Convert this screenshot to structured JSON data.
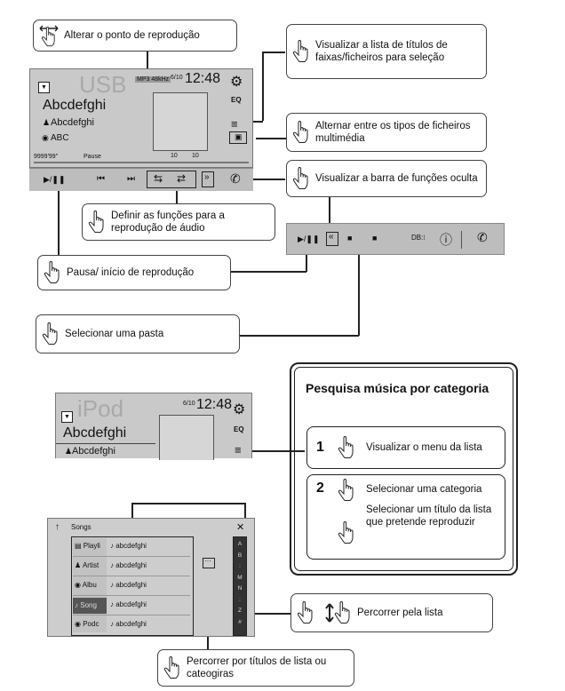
{
  "callouts": {
    "change_point": "Alterar o ponto de reprodução",
    "title_list": "Visualizar a lista de títulos de faixas/ficheiros para seleção",
    "media_types": "Alternar entre os tipos de ficheiros multimédia",
    "hidden_bar": "Visualizar a barra de funções oculta",
    "audio_functions": "Definir as funções para a reprodução de áudio",
    "pause_play": "Pausa/ início de reprodução",
    "select_folder": "Selecionar uma pasta",
    "scroll_list": "Percorrer pela lista",
    "browse_titles": "Percorrer por títulos de lista ou cateogiras"
  },
  "usb_screen": {
    "source": "USB",
    "title": "Abcdefghi",
    "artist": "Abcdefghi",
    "album": "ABC",
    "clock": "12:48",
    "track_count": "6/10",
    "elapsed": "9999'99\"",
    "pause_label": "Pause",
    "folder_count": "10",
    "file_count": "10",
    "format_badge": "MP3 48kHz"
  },
  "ipod_screen": {
    "source": "iPod",
    "title": "Abcdefghi",
    "artist": "Abcdefghi",
    "clock": "12:48",
    "track_count": "6/10"
  },
  "search_box": {
    "heading": "Pesquisa música por categoria",
    "step1_num": "1",
    "step1_text": "Visualizar o menu da lista",
    "step2_num": "2",
    "step2_a": "Selecionar uma categoria",
    "step2_b": "Selecionar um título da lista que pretende reproduzir"
  },
  "songs_screen": {
    "header": "Songs",
    "categories": [
      "Playli",
      "Artist",
      "Albu",
      "Song",
      "Podc"
    ],
    "rows": [
      "abcdefghi",
      "abcdefghi",
      "abcdefghi",
      "abcdefghi",
      "abcdefghi"
    ],
    "index": [
      "A",
      "B",
      ":",
      "M",
      "N",
      ":",
      "Z",
      "#"
    ]
  },
  "colors": {
    "screen": "#c9c9c9",
    "bar": "#bdbdbd",
    "line": "#222222"
  }
}
